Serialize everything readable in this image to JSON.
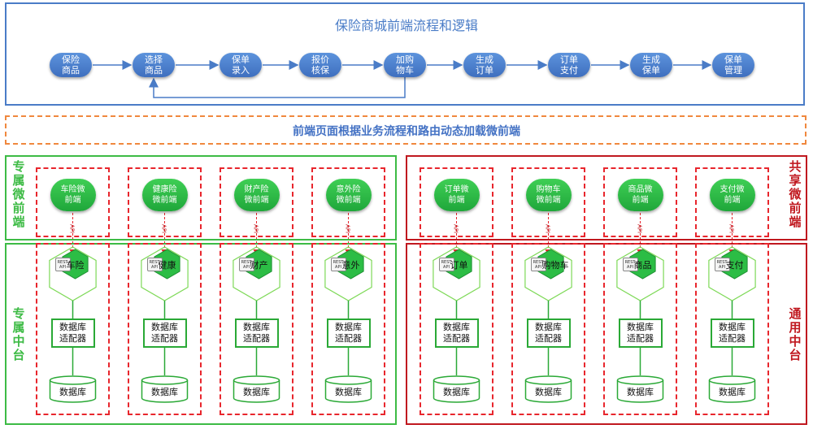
{
  "flow": {
    "title": "保险商城前端流程和逻辑",
    "steps": [
      "保险\n商品",
      "选择\n商品",
      "保单\n录入",
      "报价\n核保",
      "加购\n物车",
      "生成\n订单",
      "订单\n支付",
      "生成\n保单",
      "保单\n管理"
    ]
  },
  "banner": "前端页面根据业务流程和路由动态加载微前端",
  "left": {
    "top_label": "专\n属\n微\n前\n端",
    "bottom_label": "专\n属\n中\n台",
    "columns": [
      {
        "mfe": "车险微\n前端",
        "service": "车险"
      },
      {
        "mfe": "健康险\n微前端",
        "service": "健康"
      },
      {
        "mfe": "财产险\n微前端",
        "service": "财产"
      },
      {
        "mfe": "意外险\n微前端",
        "service": "意外"
      }
    ]
  },
  "right": {
    "top_label": "共\n享\n微\n前\n端",
    "bottom_label": "通\n用\n中\n台",
    "columns": [
      {
        "mfe": "订单微\n前端",
        "service": "订单"
      },
      {
        "mfe": "购物车\n微前端",
        "service": "购物车"
      },
      {
        "mfe": "商品微\n前端",
        "service": "商品"
      },
      {
        "mfe": "支付微\n前端",
        "service": "支付"
      }
    ]
  },
  "common": {
    "api": "API",
    "rest": "REST\nAPI",
    "adapter": "数据库\n适配器",
    "db": "数据库"
  },
  "colors": {
    "flow": "#4a7cc7",
    "mfe_green": "#2cbd45",
    "left_border": "#3dbb45",
    "right_border": "#c0181f",
    "dashed": "#e8262d",
    "banner_border": "#f0883e"
  }
}
